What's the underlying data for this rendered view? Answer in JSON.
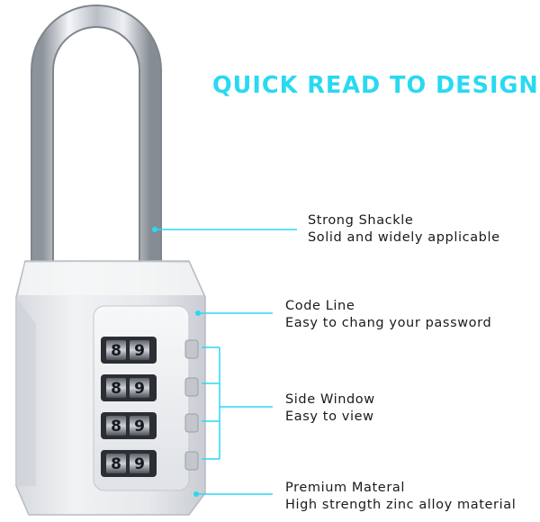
{
  "headline": "QUICK READ TO DESIGN",
  "colors": {
    "accent": "#29d9f2",
    "lock_body": "#e4e6ea",
    "shackle": "#c9ced5",
    "wheel_dark": "#2b2e33",
    "text": "#1a1a1a"
  },
  "lock": {
    "icon": "combination-padlock",
    "wheels": [
      [
        "8",
        "9"
      ],
      [
        "8",
        "9"
      ],
      [
        "8",
        "9"
      ],
      [
        "8",
        "9"
      ]
    ]
  },
  "features": [
    {
      "title": "Strong Shackle",
      "desc": "Solid and widely applicable"
    },
    {
      "title": "Code Line",
      "desc": "Easy to chang your password"
    },
    {
      "title": "Side Window",
      "desc": "Easy to view"
    },
    {
      "title": "Premium Materal",
      "desc": "High strength zinc alloy material"
    }
  ]
}
